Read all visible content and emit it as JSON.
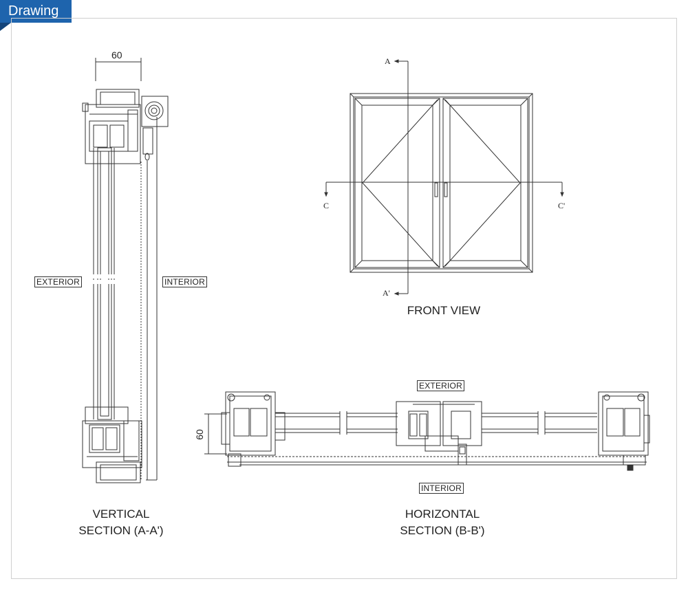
{
  "header": {
    "tab_label": "Drawing"
  },
  "labels": {
    "vertical_exterior": "EXTERIOR",
    "vertical_interior": "INTERIOR",
    "horizontal_exterior": "EXTERIOR",
    "horizontal_interior": "INTERIOR",
    "front_view": "FRONT VIEW"
  },
  "captions": {
    "vertical_line1": "VERTICAL",
    "vertical_line2": "SECTION (A-A')",
    "horizontal_line1": "HORIZONTAL",
    "horizontal_line2": "SECTION (B-B')"
  },
  "dimensions": {
    "vertical_width": "60",
    "horizontal_height": "60"
  },
  "section_markers": {
    "a": "A",
    "a_prime": "A'",
    "c": "C",
    "c_prime": "C'"
  },
  "colors": {
    "tab": "#1e64ad",
    "line": "#333333",
    "frame_border": "#cfcfcf"
  }
}
